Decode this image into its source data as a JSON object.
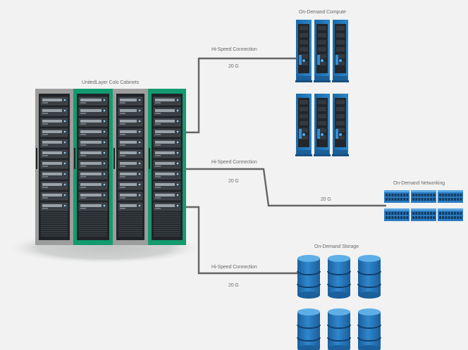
{
  "diagram": {
    "colo": {
      "label": "UnitedLayer Colo Cabinets"
    },
    "compute": {
      "label": "On-Demand Compute",
      "server_count": 6
    },
    "networking": {
      "label": "On-Demand Networking",
      "switch_count": 6
    },
    "storage": {
      "label": "On-Demand Storage",
      "disk_count": 6
    },
    "links": [
      {
        "label": "Hi-Speed Connection",
        "speed": "20 G"
      },
      {
        "label": "Hi-Speed Connection",
        "speed": "20 G",
        "speed_2": "20 G"
      },
      {
        "label": "Hi-Speed Connection",
        "speed": "20 G"
      }
    ],
    "colors": {
      "background": "#f1f2f1",
      "cabinet_gray": "#9c9d9c",
      "cabinet_green": "#139a6e",
      "rack_blue": "#1d6fb0",
      "rack_dark": "#202428",
      "cable": "#656565"
    }
  }
}
